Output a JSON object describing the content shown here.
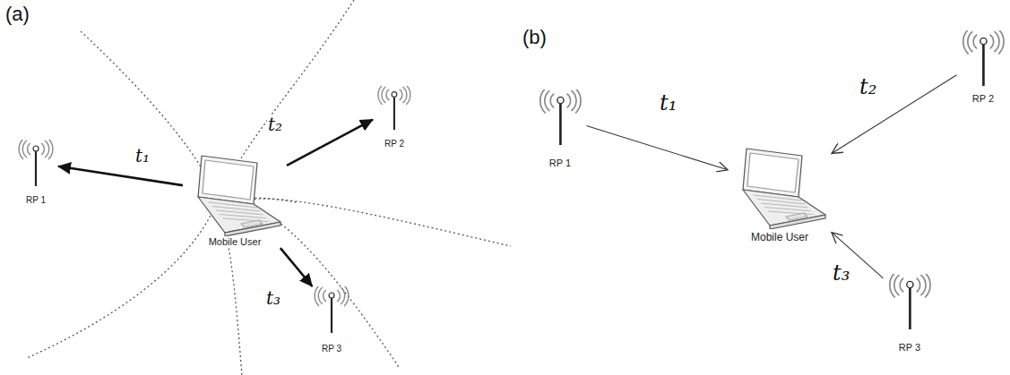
{
  "diagram": {
    "nodes": [
      {
        "text": [
          "RP 1"
        ]
      },
      {
        "text": [
          "Mobile User"
        ]
      },
      {
        "text": [
          "RP 2"
        ]
      },
      {
        "text": [
          "RP 3"
        ]
      },
      {
        "text": [
          "RP 1"
        ]
      },
      {
        "text": [
          "RP 2"
        ]
      },
      {
        "text": [
          "Mobile User"
        ]
      },
      {
        "text": [
          "RP 3"
        ]
      }
    ],
    "edges": [
      {
        "from": 1,
        "to": 0,
        "arrow": "to",
        "label": "t₁"
      },
      {
        "from": 1,
        "to": 2,
        "arrow": "to",
        "label": "t₂"
      },
      {
        "from": 1,
        "to": 3,
        "arrow": "to",
        "label": "t₃"
      },
      {
        "from": 4,
        "to": 6,
        "arrow": "to",
        "label": "t₁"
      },
      {
        "from": 5,
        "to": 6,
        "arrow": "to",
        "label": "t₂"
      },
      {
        "from": 7,
        "to": 6,
        "arrow": "to",
        "label": "t₃"
      }
    ],
    "labels": [
      "(a)",
      "(b)"
    ]
  }
}
